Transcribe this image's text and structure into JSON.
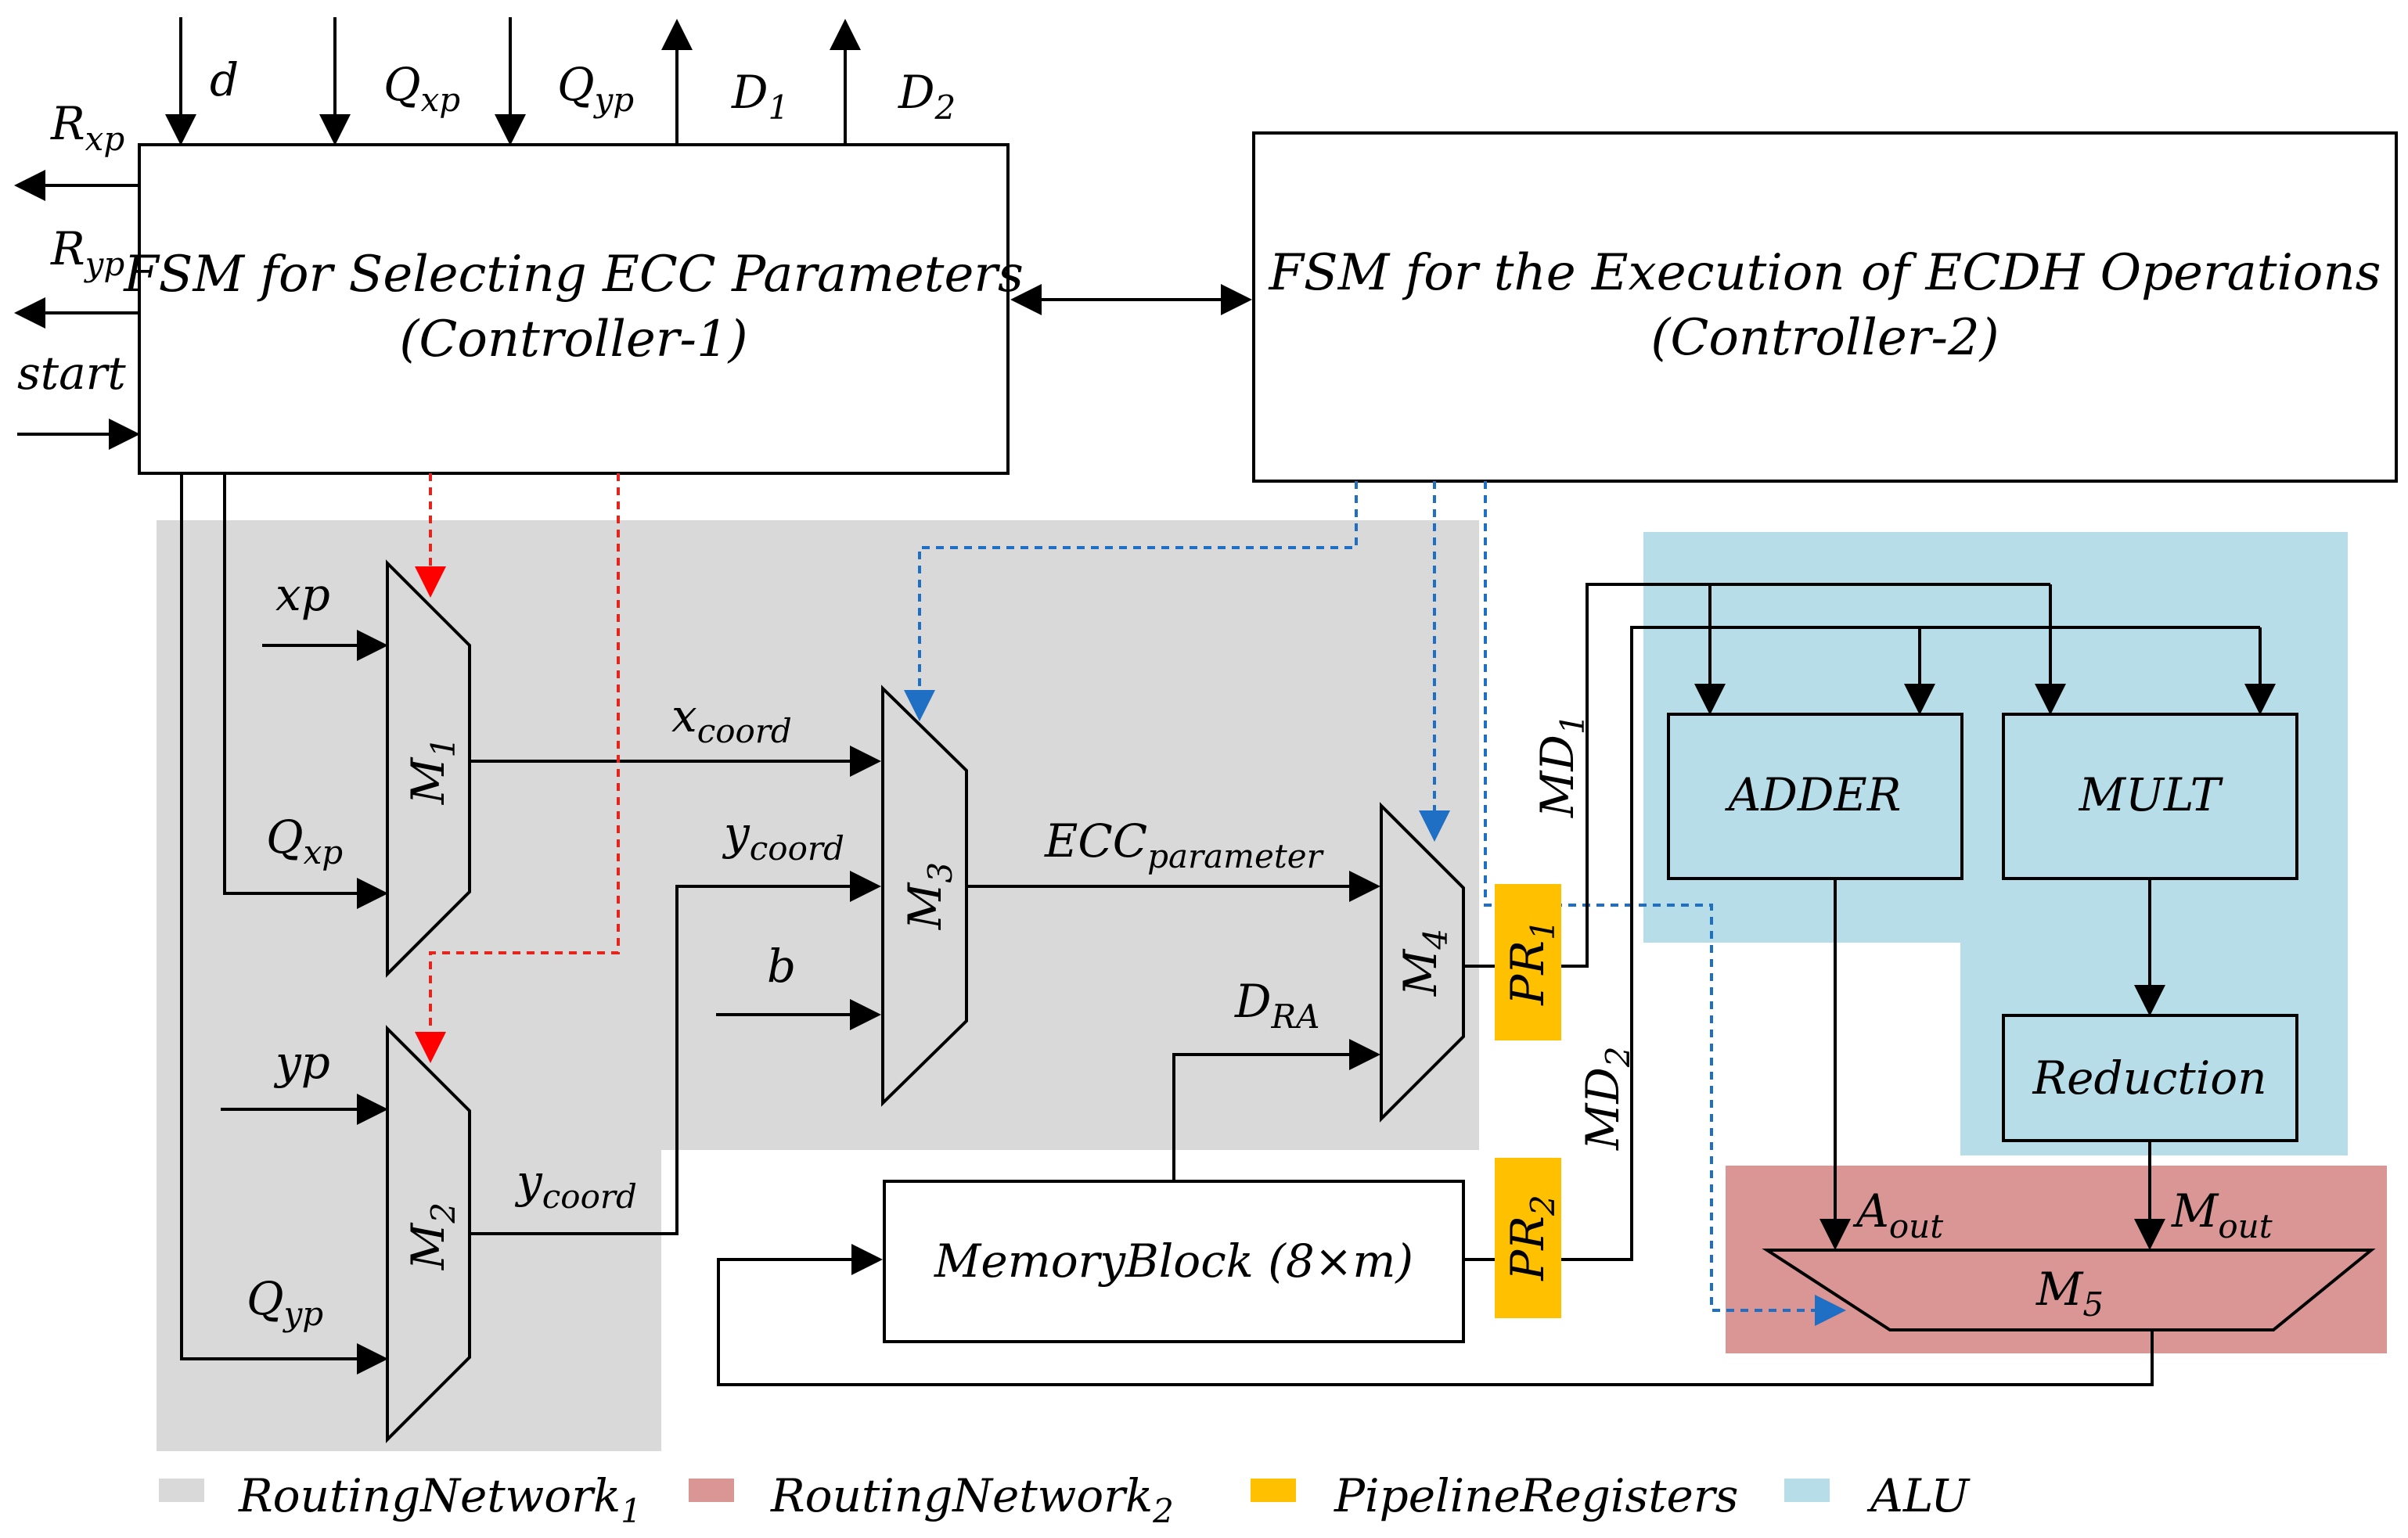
{
  "colors": {
    "routing1": "#d9d9d9",
    "routing2": "#d99694",
    "pipeline": "#ffc000",
    "alu": "#b7dde8",
    "red_control": "#e8231c",
    "blue_control": "#1f6fc4"
  },
  "top_io": {
    "d": "d",
    "qxp": "Q",
    "qxp_sub": "xp",
    "qyp": "Q",
    "qyp_sub": "yp",
    "d1": "D",
    "d1_sub": "1",
    "d2": "D",
    "d2_sub": "2"
  },
  "left_io": {
    "rxp": "R",
    "rxp_sub": "xp",
    "ryp": "R",
    "ryp_sub": "yp",
    "start": "start"
  },
  "controller1": {
    "line1": "FSM for Selecting ECC Parameters",
    "line2": "(Controller-1)"
  },
  "controller2": {
    "line1": "FSM for the Execution of ECDH Operations",
    "line2": "(Controller-2)"
  },
  "inputs": {
    "xp": "xp",
    "qxp": "Q",
    "qxp_sub": "xp",
    "yp": "yp",
    "qyp": "Q",
    "qyp_sub": "yp",
    "b": "b"
  },
  "muxes": {
    "m1": "M",
    "m1_sub": "1",
    "m2": "M",
    "m2_sub": "2",
    "m3": "M",
    "m3_sub": "3",
    "m4": "M",
    "m4_sub": "4",
    "m5": "M",
    "m5_sub": "5"
  },
  "signals": {
    "xcoord": "x",
    "xcoord_sub": "coord",
    "ycoord_top": "y",
    "ycoord_top_sub": "coord",
    "ycoord_bottom": "y",
    "ycoord_bottom_sub": "coord",
    "ecc": "ECC",
    "ecc_sub": "parameter",
    "dra": "D",
    "dra_sub": "RA",
    "md1": "MD",
    "md1_sub": "1",
    "md2": "MD",
    "md2_sub": "2",
    "aout": "A",
    "aout_sub": "out",
    "mout": "M",
    "mout_sub": "out"
  },
  "registers": {
    "pr1": "PR",
    "pr1_sub": "1",
    "pr2": "PR",
    "pr2_sub": "2"
  },
  "alu": {
    "adder": "ADDER",
    "mult": "MULT",
    "reduction": "Reduction"
  },
  "memory": "MemoryBlock (8×m)",
  "legend": [
    {
      "label": "RoutingNetwork",
      "sub": "1"
    },
    {
      "label": "RoutingNetwork",
      "sub": "2"
    },
    {
      "label": "PipelineRegisters",
      "sub": ""
    },
    {
      "label": "ALU",
      "sub": ""
    }
  ]
}
